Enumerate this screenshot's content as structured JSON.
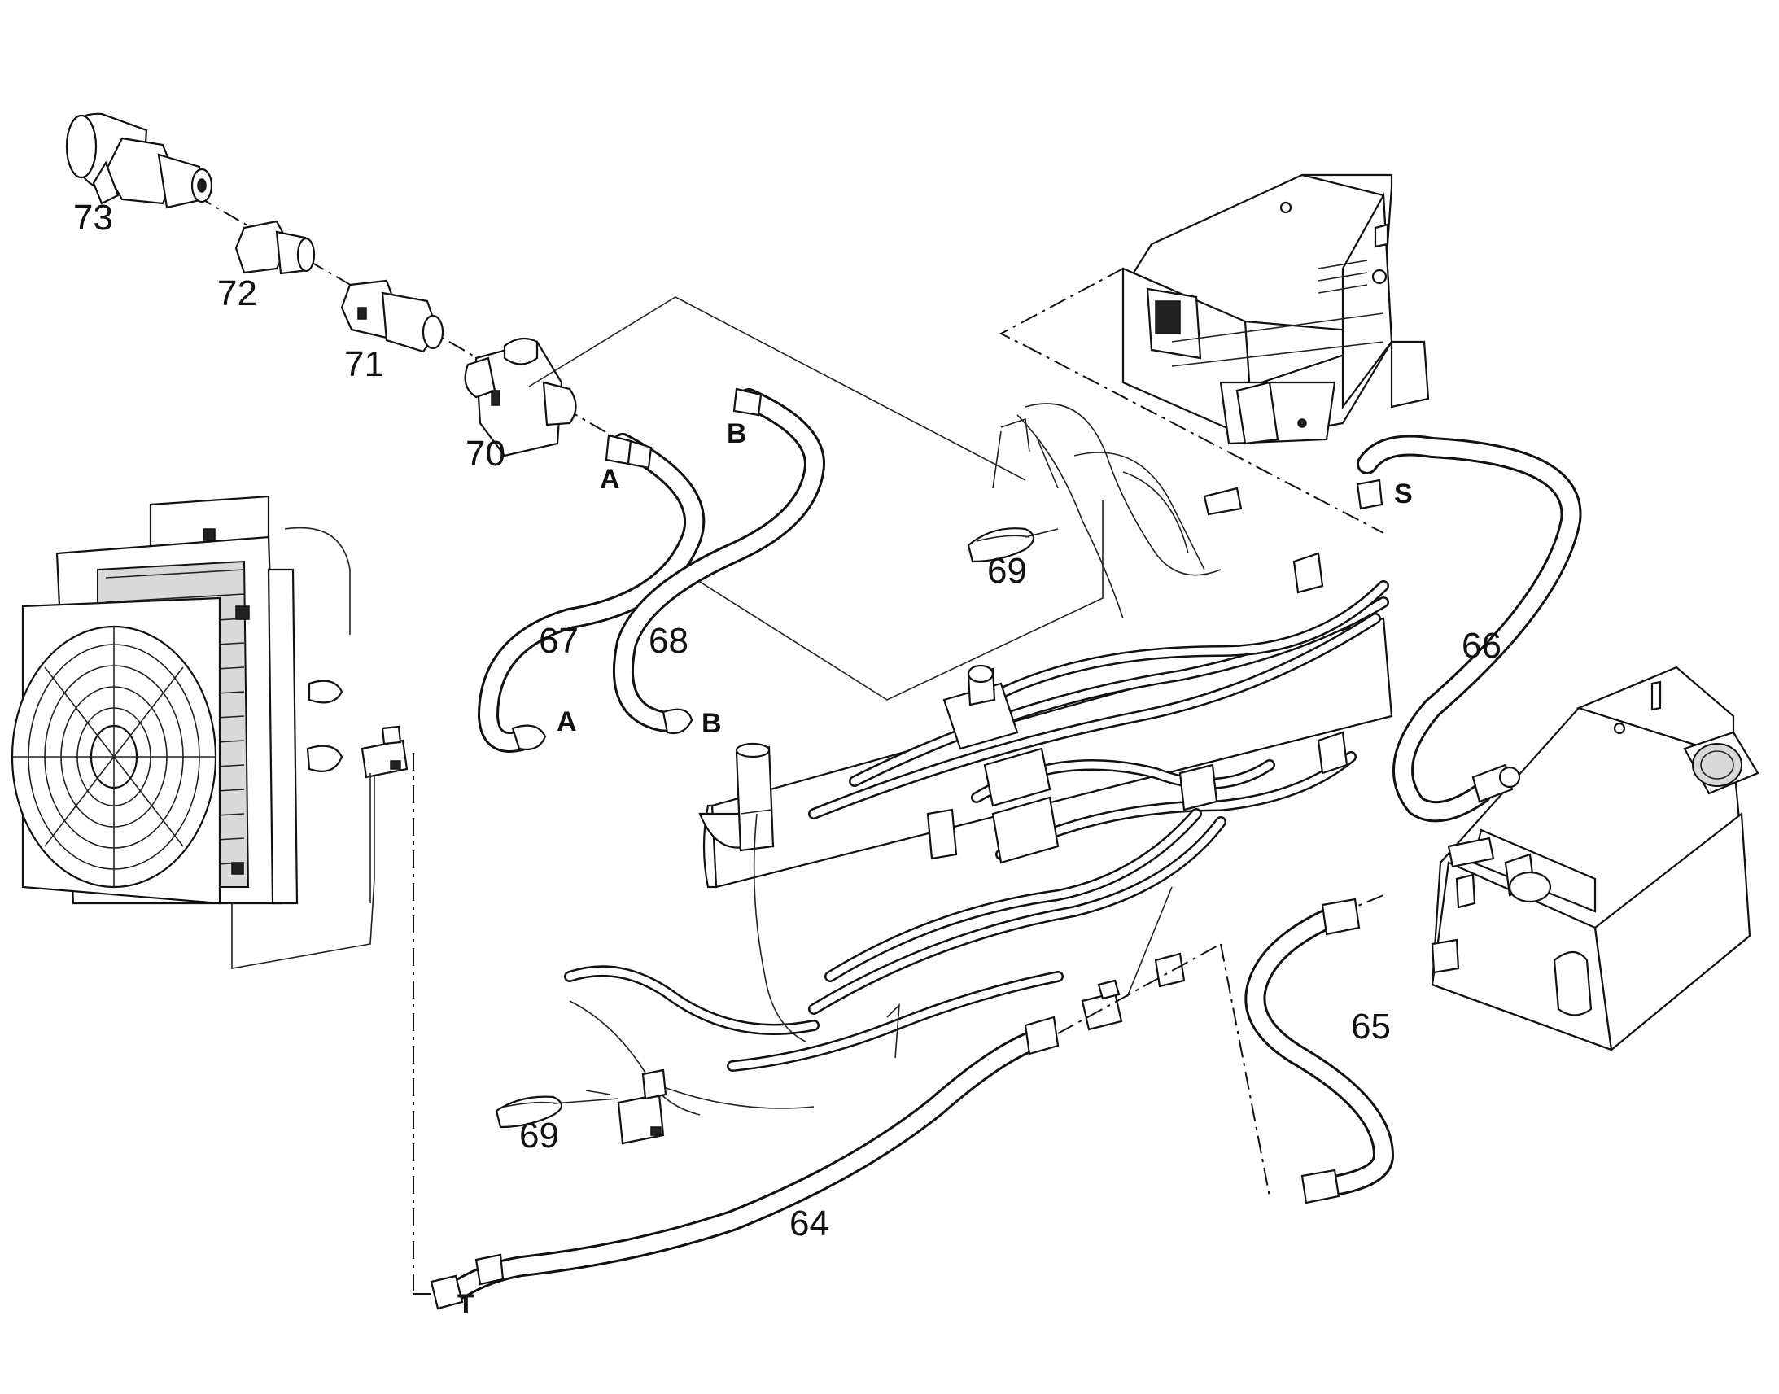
{
  "callouts": {
    "c64": "64",
    "c65": "65",
    "c66": "66",
    "c67": "67",
    "c68": "68",
    "c69_top": "69",
    "c69_bottom": "69",
    "c70": "70",
    "c71": "71",
    "c72": "72",
    "c73": "73"
  },
  "connection_labels": {
    "a_top": "A",
    "a_bottom": "A",
    "b_top": "B",
    "b_bottom": "B",
    "s": "S",
    "t": "T"
  }
}
